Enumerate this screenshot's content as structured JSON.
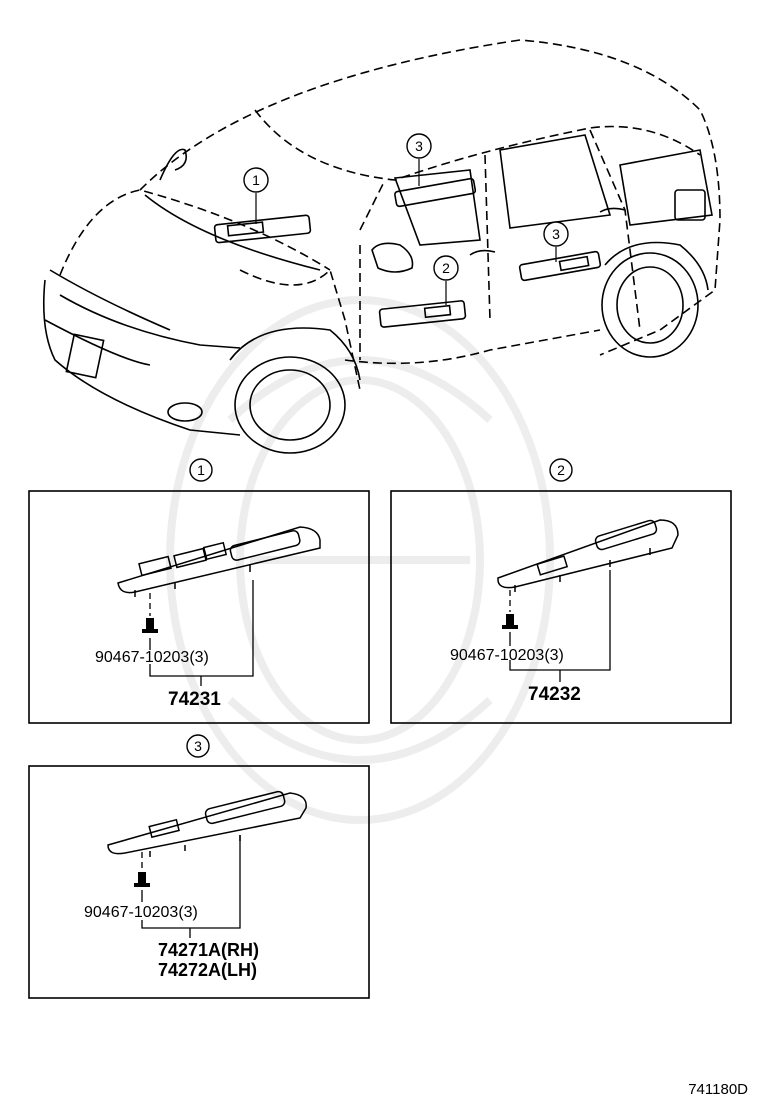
{
  "callouts": [
    "1",
    "2",
    "3"
  ],
  "panel1": {
    "callout": "1",
    "bolt": "90467-10203(3)",
    "part": "74231"
  },
  "panel2": {
    "callout": "2",
    "bolt": "90467-10203(3)",
    "part": "74232"
  },
  "panel3": {
    "callout": "3",
    "bolt": "90467-10203(3)",
    "part_rh": "74271A(RH)",
    "part_lh": "74272A(LH)"
  },
  "figure_code": "741180D"
}
